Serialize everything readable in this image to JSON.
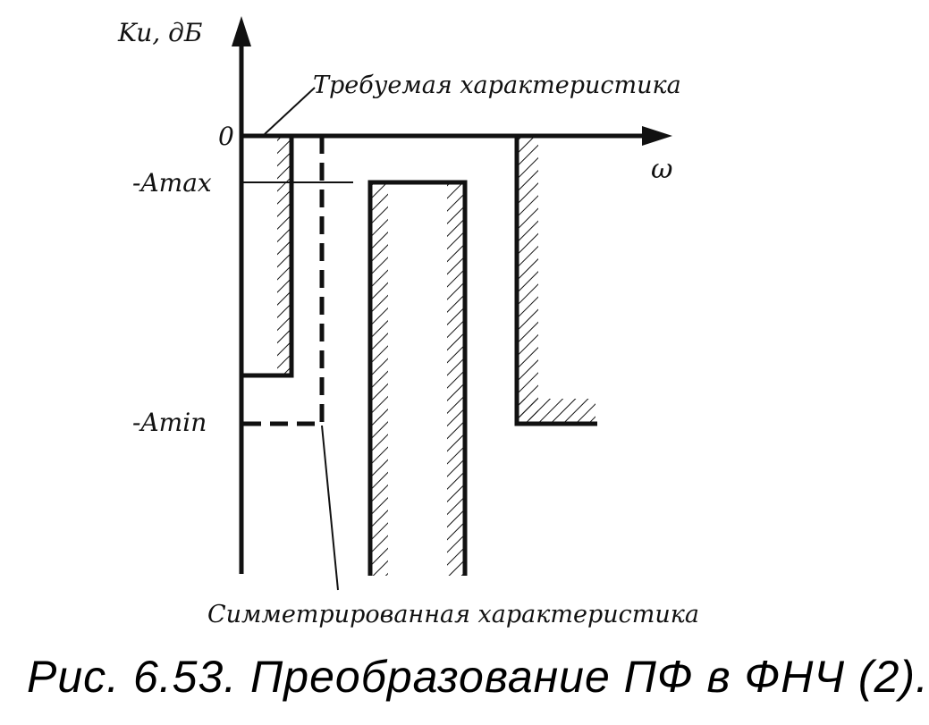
{
  "figure": {
    "axis_y_label": "Ku, дБ",
    "axis_x_label": "ω",
    "tick_zero": "0",
    "tick_amax": "-Amax",
    "tick_amin": "-Amin",
    "required_label": "Требуемая характеристика",
    "symmetric_label": "Симметрированная характеристика",
    "caption": "Рис. 6.53. Преобразование ПФ в ФНЧ (2)."
  },
  "colors": {
    "ink": "#111111",
    "paper": "#ffffff",
    "bleed": "#c8c8c8"
  }
}
